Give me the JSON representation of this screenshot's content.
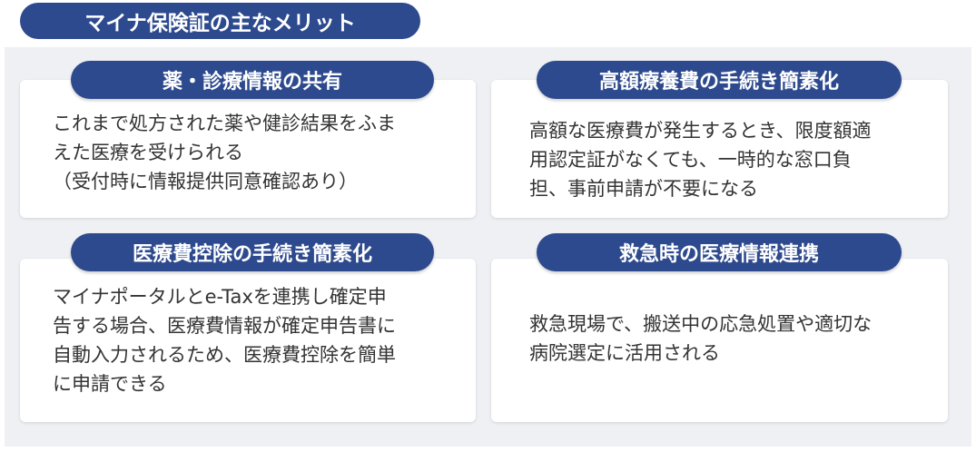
{
  "title": "マイナ保険証の主なメリット",
  "cards": [
    {
      "heading": "薬・診療情報の共有",
      "body": "これまで処方された薬や健診結果をふま\nえた医療を受けられる\n（受付時に情報提供同意確認あり）"
    },
    {
      "heading": "高額療養費の手続き簡素化",
      "body": "高額な医療費が発生するとき、限度額適\n用認定証がなくても、一時的な窓口負\n担、事前申請が不要になる"
    },
    {
      "heading": "医療費控除の手続き簡素化",
      "body": "マイナポータルとe-Taxを連携し確定申\n告する場合、医療費情報が確定申告書に\n自動入力されるため、医療費控除を簡単\nに申請できる"
    },
    {
      "heading": "救急時の医療情報連携",
      "body": "救急現場で、搬送中の応急処置や適切な\n病院選定に活用される"
    }
  ]
}
